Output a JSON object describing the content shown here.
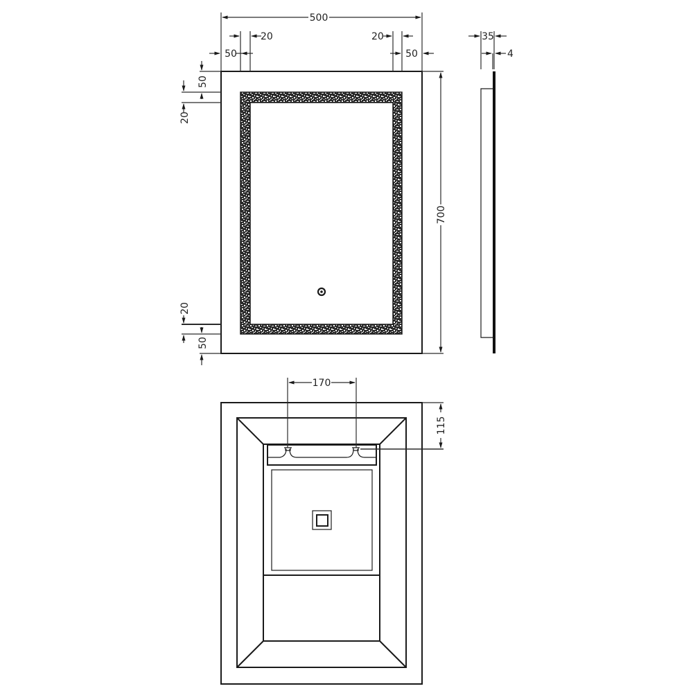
{
  "drawing": {
    "type": "technical dimension drawing",
    "subject": "LED illuminated bathroom mirror",
    "units": "mm",
    "line_color": "#1a1a1a",
    "background": "#ffffff"
  },
  "front_view": {
    "width_label": "500",
    "height_label": "700",
    "left_led_offset_label": "50",
    "left_led_width_label": "20",
    "right_led_width_label": "20",
    "right_led_offset_label": "50",
    "top_led_offset_label": "50",
    "top_led_width_label": "20",
    "bottom_led_width_label": "20",
    "bottom_led_offset_label": "50",
    "switch_icon": "touch-sensor-switch"
  },
  "side_view": {
    "depth_label": "35",
    "glass_thickness_label": "4"
  },
  "rear_view": {
    "bracket_spacing_label": "170",
    "bracket_drop_label": "115",
    "center_icon": "power-junction-box"
  }
}
